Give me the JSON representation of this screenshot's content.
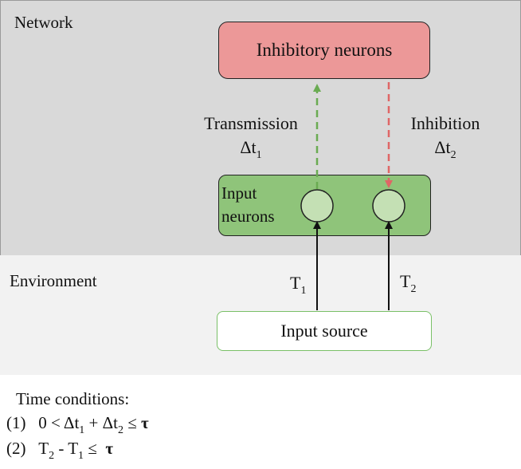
{
  "network_label": "Network",
  "environment_label": "Environment",
  "inhibitory_label": "Inhibitory neurons",
  "input_neurons_line1": "Input",
  "input_neurons_line2": "neurons",
  "input_source_label": "Input source",
  "transmission": {
    "word": "Transmission",
    "delta": "Δt",
    "sub": "1"
  },
  "inhibition": {
    "word": "Inhibition",
    "delta": "Δt",
    "sub": "2"
  },
  "t1": {
    "base": "T",
    "sub": "1"
  },
  "t2": {
    "base": "T",
    "sub": "2"
  },
  "conditions": {
    "title": "Time conditions:",
    "c1": {
      "num": "(1)",
      "a": "0 < Δt",
      "s1": "1",
      "b": " + Δt",
      "s2": "2",
      "c": " ≤ ",
      "tau": "τ"
    },
    "c2": {
      "num": "(2)",
      "a": "T",
      "s1": "2",
      "b": " - T",
      "s2": "1",
      "c": " ≤ ",
      "tau": "τ"
    }
  },
  "colors": {
    "network_bg": "#d9d9d9",
    "environment_bg": "#f2f2f2",
    "inhibitory_fill": "#ec9898",
    "input_fill": "#8fc47a",
    "neuron_fill": "#c4e0b4",
    "transmission_arrow": "#6aab52",
    "inhibition_arrow": "#e06666"
  }
}
